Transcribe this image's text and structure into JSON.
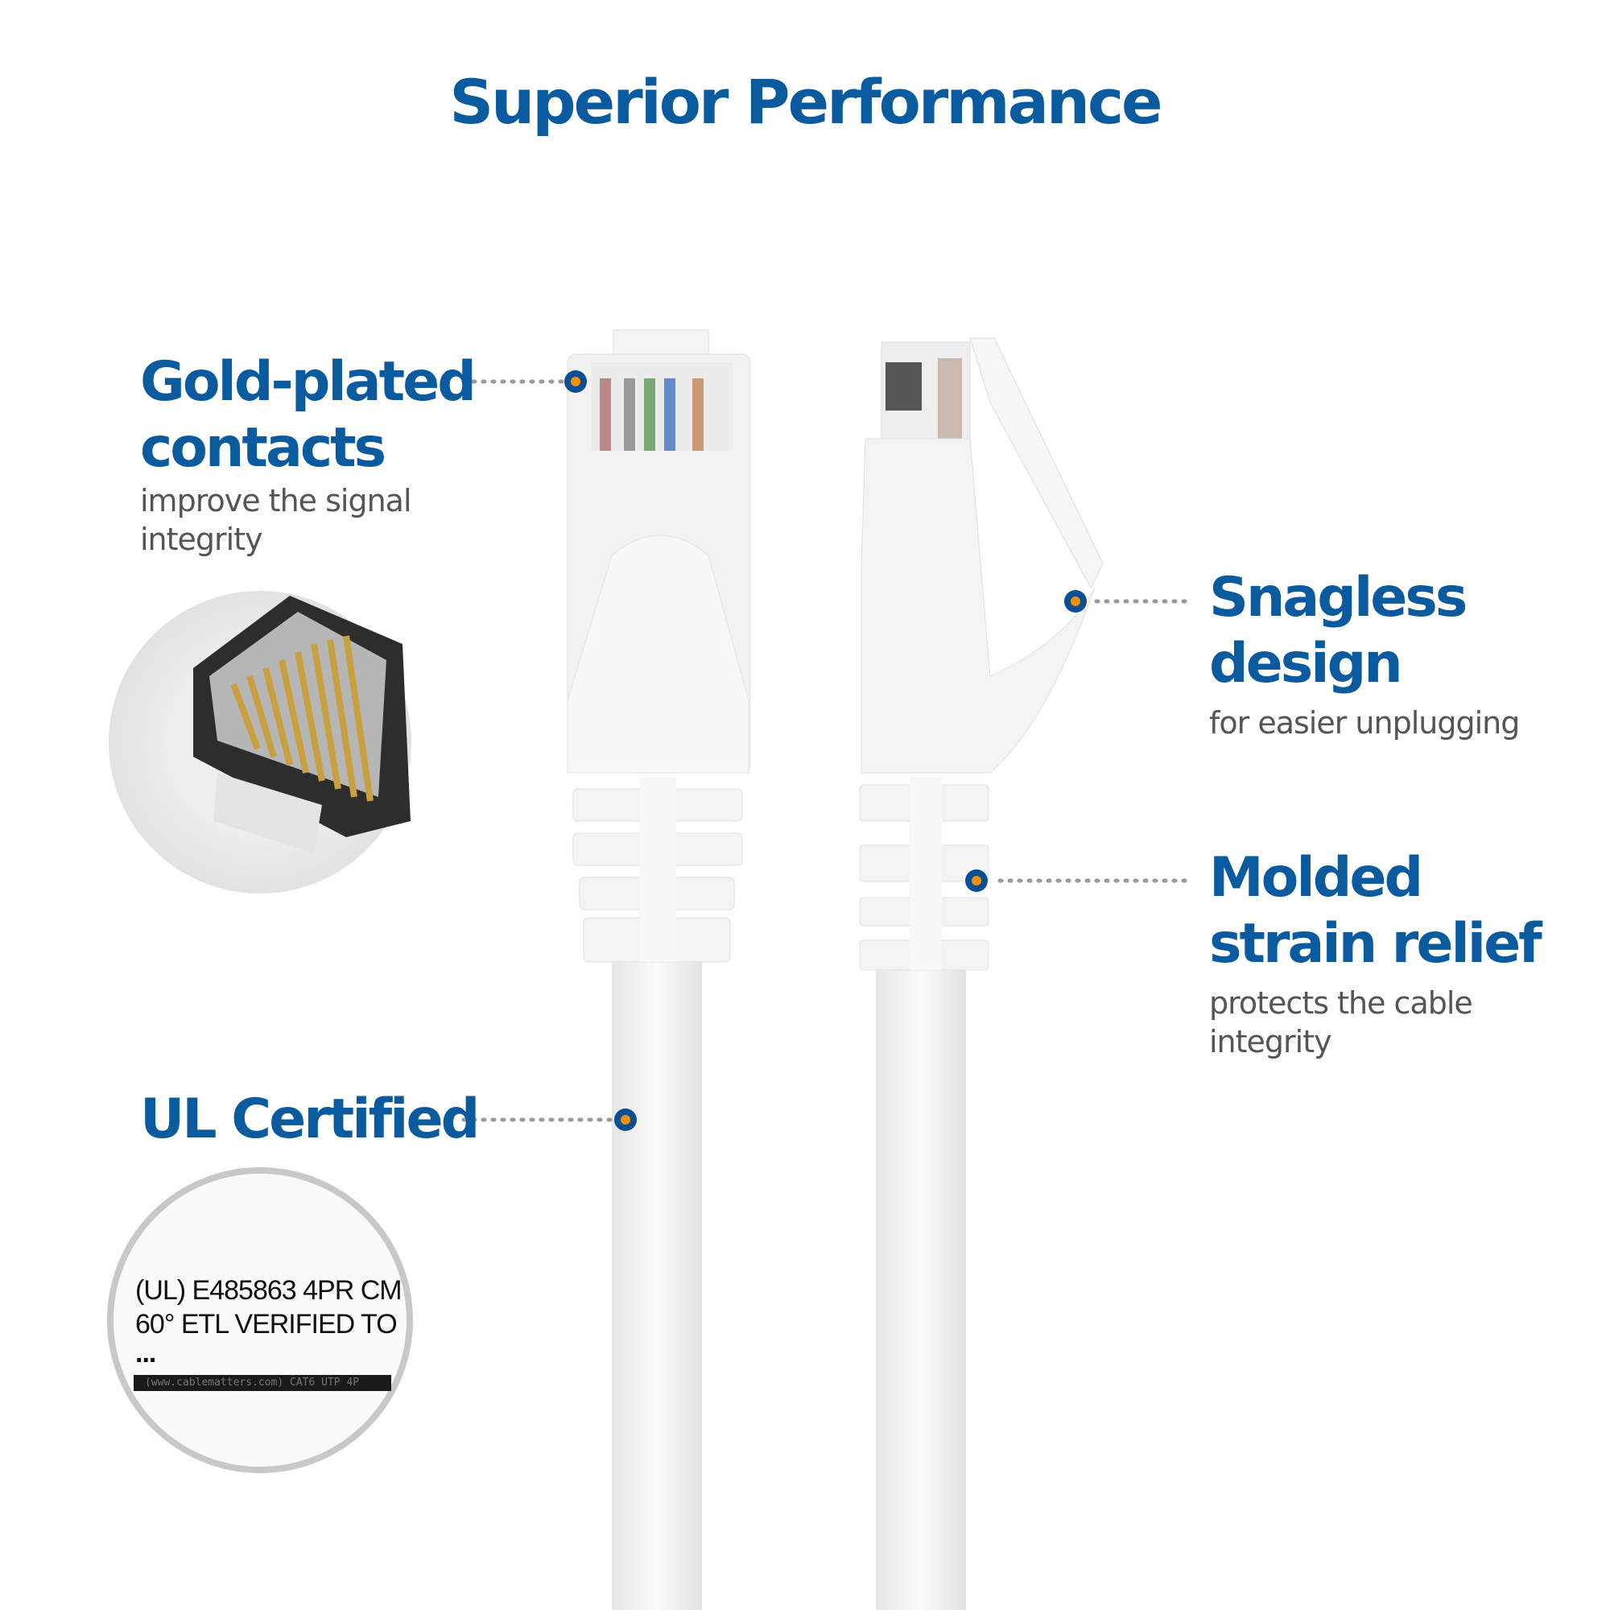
{
  "title": "Superior Performance",
  "features": [
    {
      "heading_line1": "Gold-plated",
      "heading_line2": "contacts",
      "desc_line1": "improve the signal",
      "desc_line2": "integrity"
    },
    {
      "heading_line1": "Snagless",
      "heading_line2": "design",
      "desc_line1": "for easier unplugging"
    },
    {
      "heading_line1": "Molded",
      "heading_line2": "strain relief",
      "desc_line1": "protects the cable",
      "desc_line2": "integrity"
    },
    {
      "heading_line1": "UL Certified"
    }
  ],
  "ul_inset": {
    "line1": "(UL) E485863 4PR CM",
    "line2": "60°  ETL VERIFIED TO",
    "line3": "...",
    "cable_print": "(www.cablematters.com) CAT6 UTP 4P"
  },
  "colors": {
    "accent": "#0a5aa0",
    "dot_center": "#f39200",
    "text_gray": "#555555"
  }
}
